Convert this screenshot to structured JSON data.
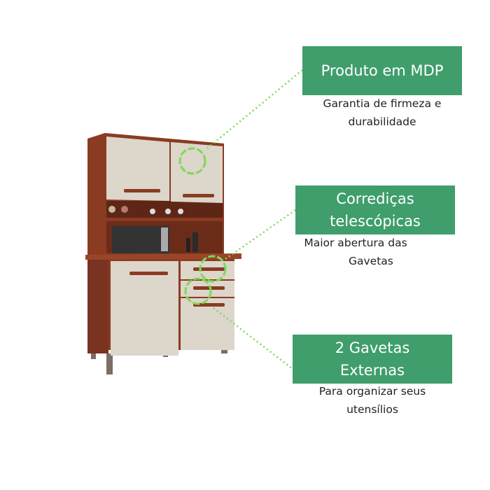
{
  "features": [
    {
      "title": "Produto em MDP",
      "subtitle_lines": [
        "Garantia de firmeza e",
        "durabilidade"
      ]
    },
    {
      "title_lines": [
        "Corrediças",
        "telescópicas"
      ],
      "subtitle_lines": [
        "Maior abertura das",
        "Gavetas"
      ]
    },
    {
      "title_lines": [
        "2 Gavetas",
        "Externas"
      ],
      "subtitle_lines": [
        "Para organizar seus",
        "utensílios"
      ]
    }
  ],
  "colors": {
    "accent": "#3f9e6b",
    "highlight": "#7ed957",
    "wood": "#8a3b22",
    "door": "#dcd6cb"
  }
}
